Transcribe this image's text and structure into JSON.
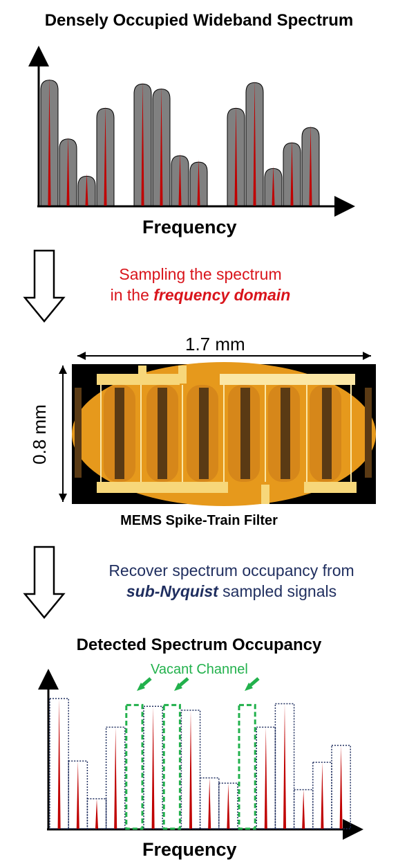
{
  "top_chart": {
    "title": "Densely Occupied Wideband Spectrum",
    "xlabel": "Frequency"
  },
  "step1": {
    "line1": "Sampling the spectrum",
    "line2_prefix": "in the ",
    "line2_emph": "frequency domain"
  },
  "device": {
    "width_label": "1.7 mm",
    "height_label": "0.8 mm",
    "caption": "MEMS Spike-Train Filter"
  },
  "step2": {
    "line1": "Recover spectrum occupancy from",
    "line2_emph": "sub-Nyquist",
    "line2_suffix": " sampled signals"
  },
  "bottom_chart": {
    "title": "Detected Spectrum Occupancy",
    "annotation": "Vacant Channel",
    "xlabel": "Frequency"
  },
  "colors": {
    "peak_fill": "#808080",
    "spike": "#c00000",
    "band_outline": "#1f2e5f",
    "vacant": "#22b14c",
    "device_bg": "#e69a1f"
  },
  "chart_data": [
    {
      "type": "area",
      "title": "Densely Occupied Wideband Spectrum",
      "xlabel": "Frequency",
      "ylabel": "",
      "series": [
        {
          "values": [
            0.98,
            0.52,
            0.23,
            0.76,
            0,
            0.95,
            0.91,
            0.39,
            0.34,
            0,
            0.76,
            0.96,
            0.29,
            0.49,
            0.61
          ]
        }
      ]
    },
    {
      "type": "bar",
      "title": "Detected Spectrum Occupancy",
      "xlabel": "Frequency",
      "ylabel": "",
      "series": [
        {
          "values": [
            1.0,
            0.52,
            0.23,
            0.78,
            0,
            0.94,
            0,
            0.91,
            0.39,
            0.35,
            0,
            0.78,
            0.96,
            0.3,
            0.51,
            0.64
          ]
        }
      ],
      "annotations": [
        "Vacant Channel"
      ]
    }
  ]
}
